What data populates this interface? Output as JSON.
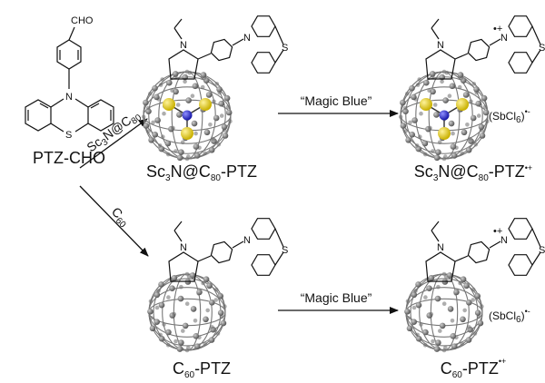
{
  "starting_material": {
    "label": "PTZ-CHO",
    "aldehyde_group": "CHO",
    "ring_atoms": {
      "nitrogen": "N",
      "sulfur": "S"
    }
  },
  "reagents": {
    "upper_prefix": "Sc",
    "upper_sub1": "3",
    "upper_mid": "N@C",
    "upper_sub2": "80",
    "lower_prefix": "C",
    "lower_sub": "60"
  },
  "oxidation": {
    "upper_label": "“Magic Blue”",
    "lower_label": "“Magic Blue”"
  },
  "products": {
    "sc3n_ptz": {
      "p1": "Sc",
      "s1": "3",
      "p2": "N@C",
      "s2": "80",
      "p3": "-PTZ"
    },
    "c60_ptz": {
      "p1": "C",
      "s1": "60",
      "p2": "-PTZ"
    },
    "sc3n_ptz_cation": {
      "p1": "Sc",
      "s1": "3",
      "p2": "N@C",
      "s2": "80",
      "p3": "-PTZ",
      "sup": "•+"
    },
    "c60_ptz_cation": {
      "p1": "C",
      "s1": "60",
      "p2": "-PTZ",
      "sup": "•+"
    }
  },
  "counterion": {
    "open": "(SbCl",
    "sub": "6",
    "close": ")",
    "sup": "•-"
  },
  "radical_mark": "•+",
  "pyrrolidine_atom": "N",
  "ptz_atoms": {
    "nitrogen": "N",
    "sulfur": "S"
  },
  "colors": {
    "carbon_atom": "#6b6b6b",
    "scandium": "#e8d21a",
    "cluster_nitrogen": "#2a2ad6"
  }
}
